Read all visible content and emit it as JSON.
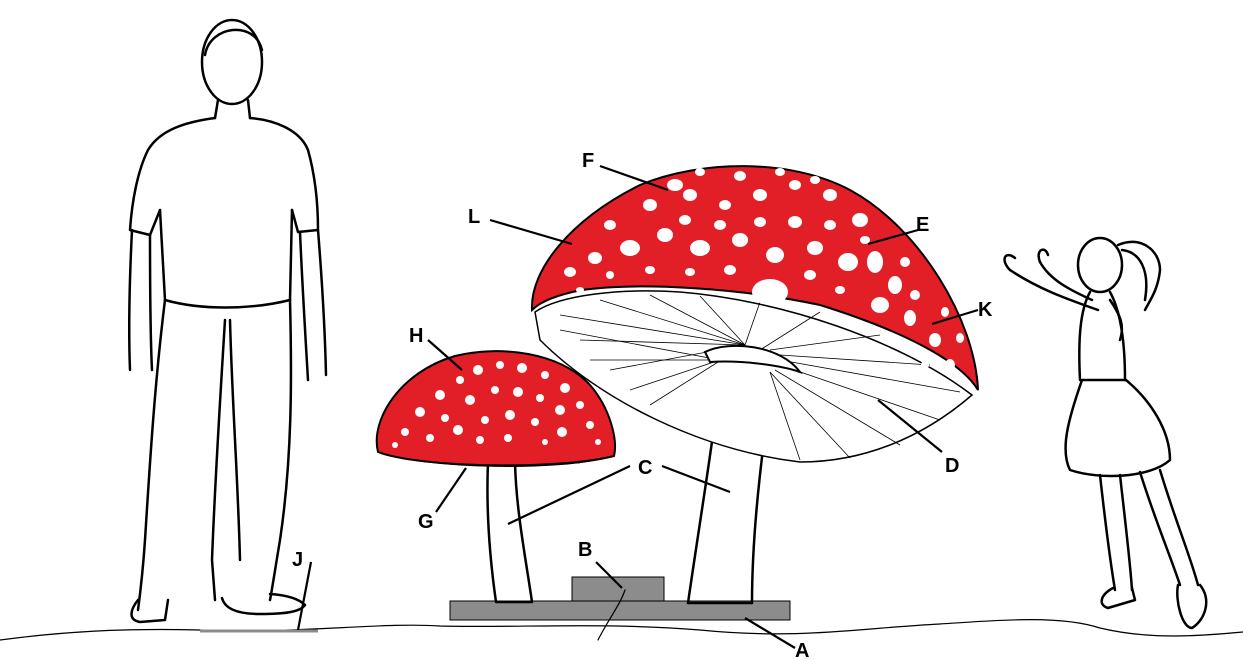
{
  "colors": {
    "cap": "#e21f26",
    "spots": "#ffffff",
    "base": "#8c8c8c",
    "ink": "#000000"
  },
  "labels": {
    "A": "A",
    "B": "B",
    "C": "C",
    "D": "D",
    "E": "E",
    "F": "F",
    "G": "G",
    "H": "H",
    "J": "J",
    "K": "K",
    "L": "L"
  }
}
